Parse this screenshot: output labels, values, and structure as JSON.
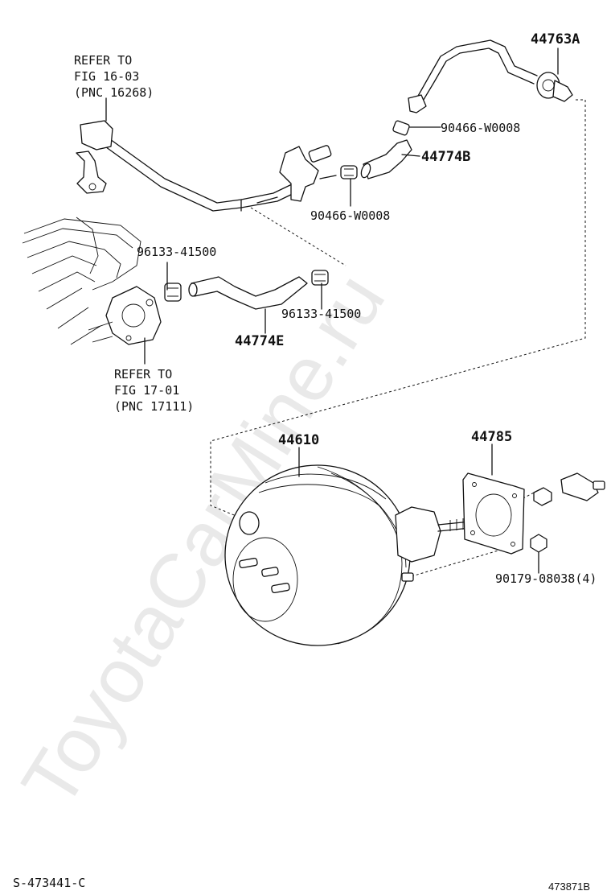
{
  "watermark": "ToyotaCarMine.ru",
  "references": {
    "top": [
      "REFER TO",
      "FIG 16-03",
      "(PNC 16268)"
    ],
    "bottom": [
      "REFER TO",
      "FIG 17-01",
      "(PNC 17111)"
    ]
  },
  "parts": {
    "valve": "44763A",
    "clamp_upper_right": "90466-W0008",
    "hose_upper": "44774B",
    "clamp_upper_mid": "90466-W0008",
    "clamp_left": "96133-41500",
    "clamp_right": "96133-41500",
    "hose_lower": "44774E",
    "booster": "44610",
    "gasket": "44785",
    "nut": "90179-08038(4)"
  },
  "footer": {
    "left": "S-473441-C",
    "right": "473871B"
  }
}
